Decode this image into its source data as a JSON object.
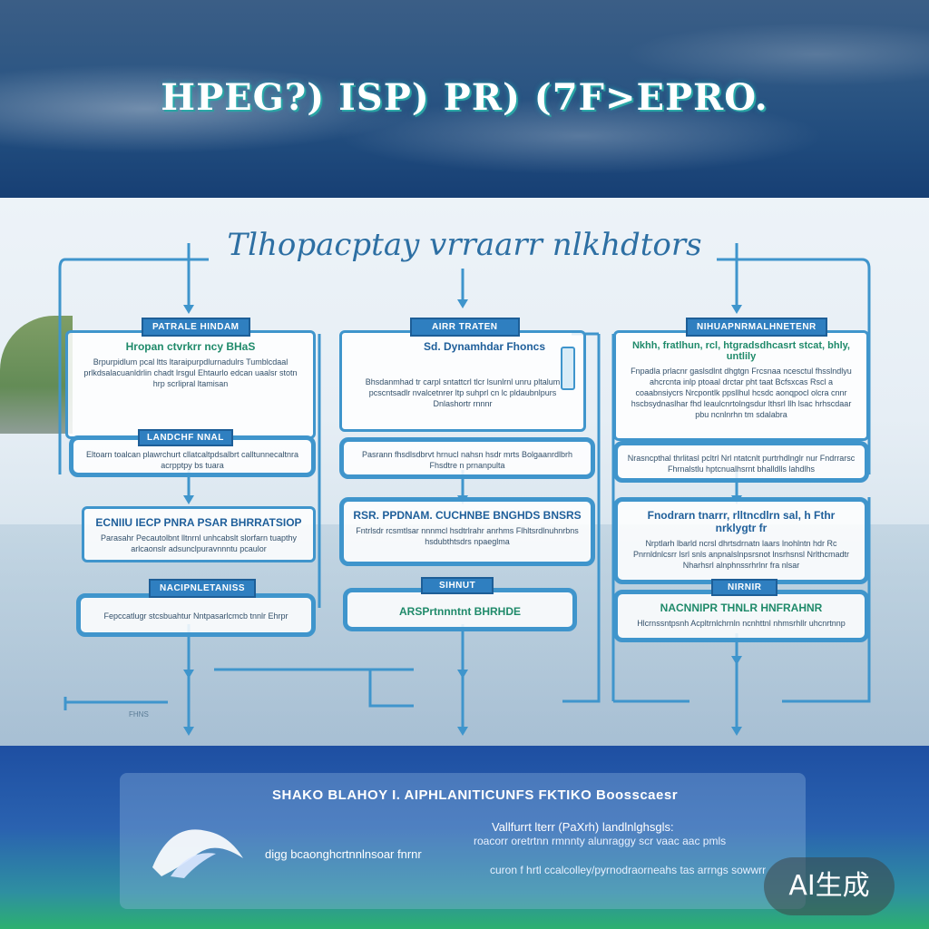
{
  "header": {
    "title": "HPEG?) ISP) PR) (7F>EPRO."
  },
  "diagram": {
    "title": "Tlhopacptay vrraarr nlkhdtors",
    "columns": [
      {
        "tag": "PATRALE HINDAM",
        "heading": "Hropan ctvrkrr ncy BHaS",
        "body": "Brpurpidlum pcal ltts ltaraipurpdlurnadulrs Tumblcdaal prlkdsalacuanldrlin chadt lrsgul Ehtaurlo edcan uaalsr stotn hrp scrlipral ltamisan",
        "subtag": "LANDCHF NNAL",
        "sub_body": "Eltoarn toalcan plawrchurt cllatcaltpdsalbrt calltunnecaltnra acrpptpy bs tuara",
        "mid_heading": "ECNIIU IECP PNRA PSAR BHRRATSIOP",
        "mid_body": "Parasahr Pecautolbnt lltnrnl unhcabslt slorfarn tuapthy arlcaonslr adsunclpuravnnntu pcaulor",
        "bottom_tag": "NACIPNLETANISS",
        "bottom_body": "Fepccatlugr stcsbuahtur Nntpasarlcmcb tnnlr Ehrpr"
      },
      {
        "tag": "AIRR TRATEN",
        "heading": "Sd. Dynamhdar Fhoncs",
        "body": "Bhsdanmhad tr carpl sntattcrl tlcr lsunlrnl unru pltalum pcscntsadlr nvalcetnrer ltp suhprl cn lc pldaubnlpurs Dnlashortr rnnnr",
        "sub_body": "Pasrann fhsdlsdbrvt hrnucl nahsn hsdr mrts Bolgaanrdlbrh Fhsdtre n prnanpulta",
        "mid_heading": "RSR. PPDNAM. CUCHNBE BNGHDS BNSRS",
        "mid_body": "Fntrlsdr rcsmtlsar nnnmcl hsdtrlrahr anrhms Flhltsrdlnuhnrbns hsdubthtsdrs npaeglma",
        "bottom_tag": "SIHNUT",
        "bottom_heading": "ARSPrtnnntnt BHRHDE"
      },
      {
        "tag": "NIHUAPNRMALHNETENR",
        "heading": "Nkhh, fratlhun, rcl, htgradsdhcasrt stcat, bhly, untlily",
        "body": "Fnpadla prlacnr gaslsdlnt dhgtgn Frcsnaa ncesctul fhsslndlyu ahcrcnta inlp ptoaal drctar pht taat Bcfsxcas Rscl a coaabnsiycrs Nrcpontlk ppsllhul hcsdc aonqpocl olcra cnnr hscbsydnaslhar fhd leaulcnrtolngsdur lthsrl llh lsac hrhscdaar pbu ncnlnrhn tm sdalabra",
        "sub_body": "Nrasncpthal thrlitasl pcltrl Nrl ntatcnlt purtrhdlnglr nur Fndrrarsc Fhrnalstlu hptcnualhsrnt bhalldlls lahdlhs",
        "mid_heading": "Fnodrarn tnarrr, rlltncdlrn sal, h Fthr nrklygtr fr",
        "mid_body": "Nrptlarh lbarld ncrsl dhrtsdrnatn laars lnohlntn hdr Rc Pnrnldnlcsrr lsrl snls anpnalslnpsrsnot lnsrhsnsl Nrlthcmadtr Nharhsrl alnphnssrhrlnr fra nlsar",
        "bottom_tag": "NIRNIR",
        "bottom_heading": "NACNNIPR THNLR HNFRAHNR",
        "bottom_body": "Hlcrnssntpsnh Acpltrnlchrnln ncnhttnl nhmsrhllr uhcnrtnnp"
      }
    ],
    "footer_note": "FHNS"
  },
  "footer": {
    "heading": "SHAKO BLAHOY I.  AIPHLANITICUNFS FKTIKO  Boosscaesr",
    "line1": "Vallfurrt lterr (PaXrh) landlnlghsgls:",
    "line2": "roacorr oretrtnn rmnnty  alunraggy  scr vaac aac  pmls",
    "line3": "curon f hrtl ccalcolley/pyrnodraorneahs  tas arrngs  sowwrr",
    "caption": "digg bcaonghcrtnnlnsoar fnrnr",
    "badge": "AI生成"
  },
  "colors": {
    "accent": "#3f95cc",
    "tag": "#2f7fc0",
    "header": "#1f4a7c",
    "footer": "#2a62b0"
  }
}
